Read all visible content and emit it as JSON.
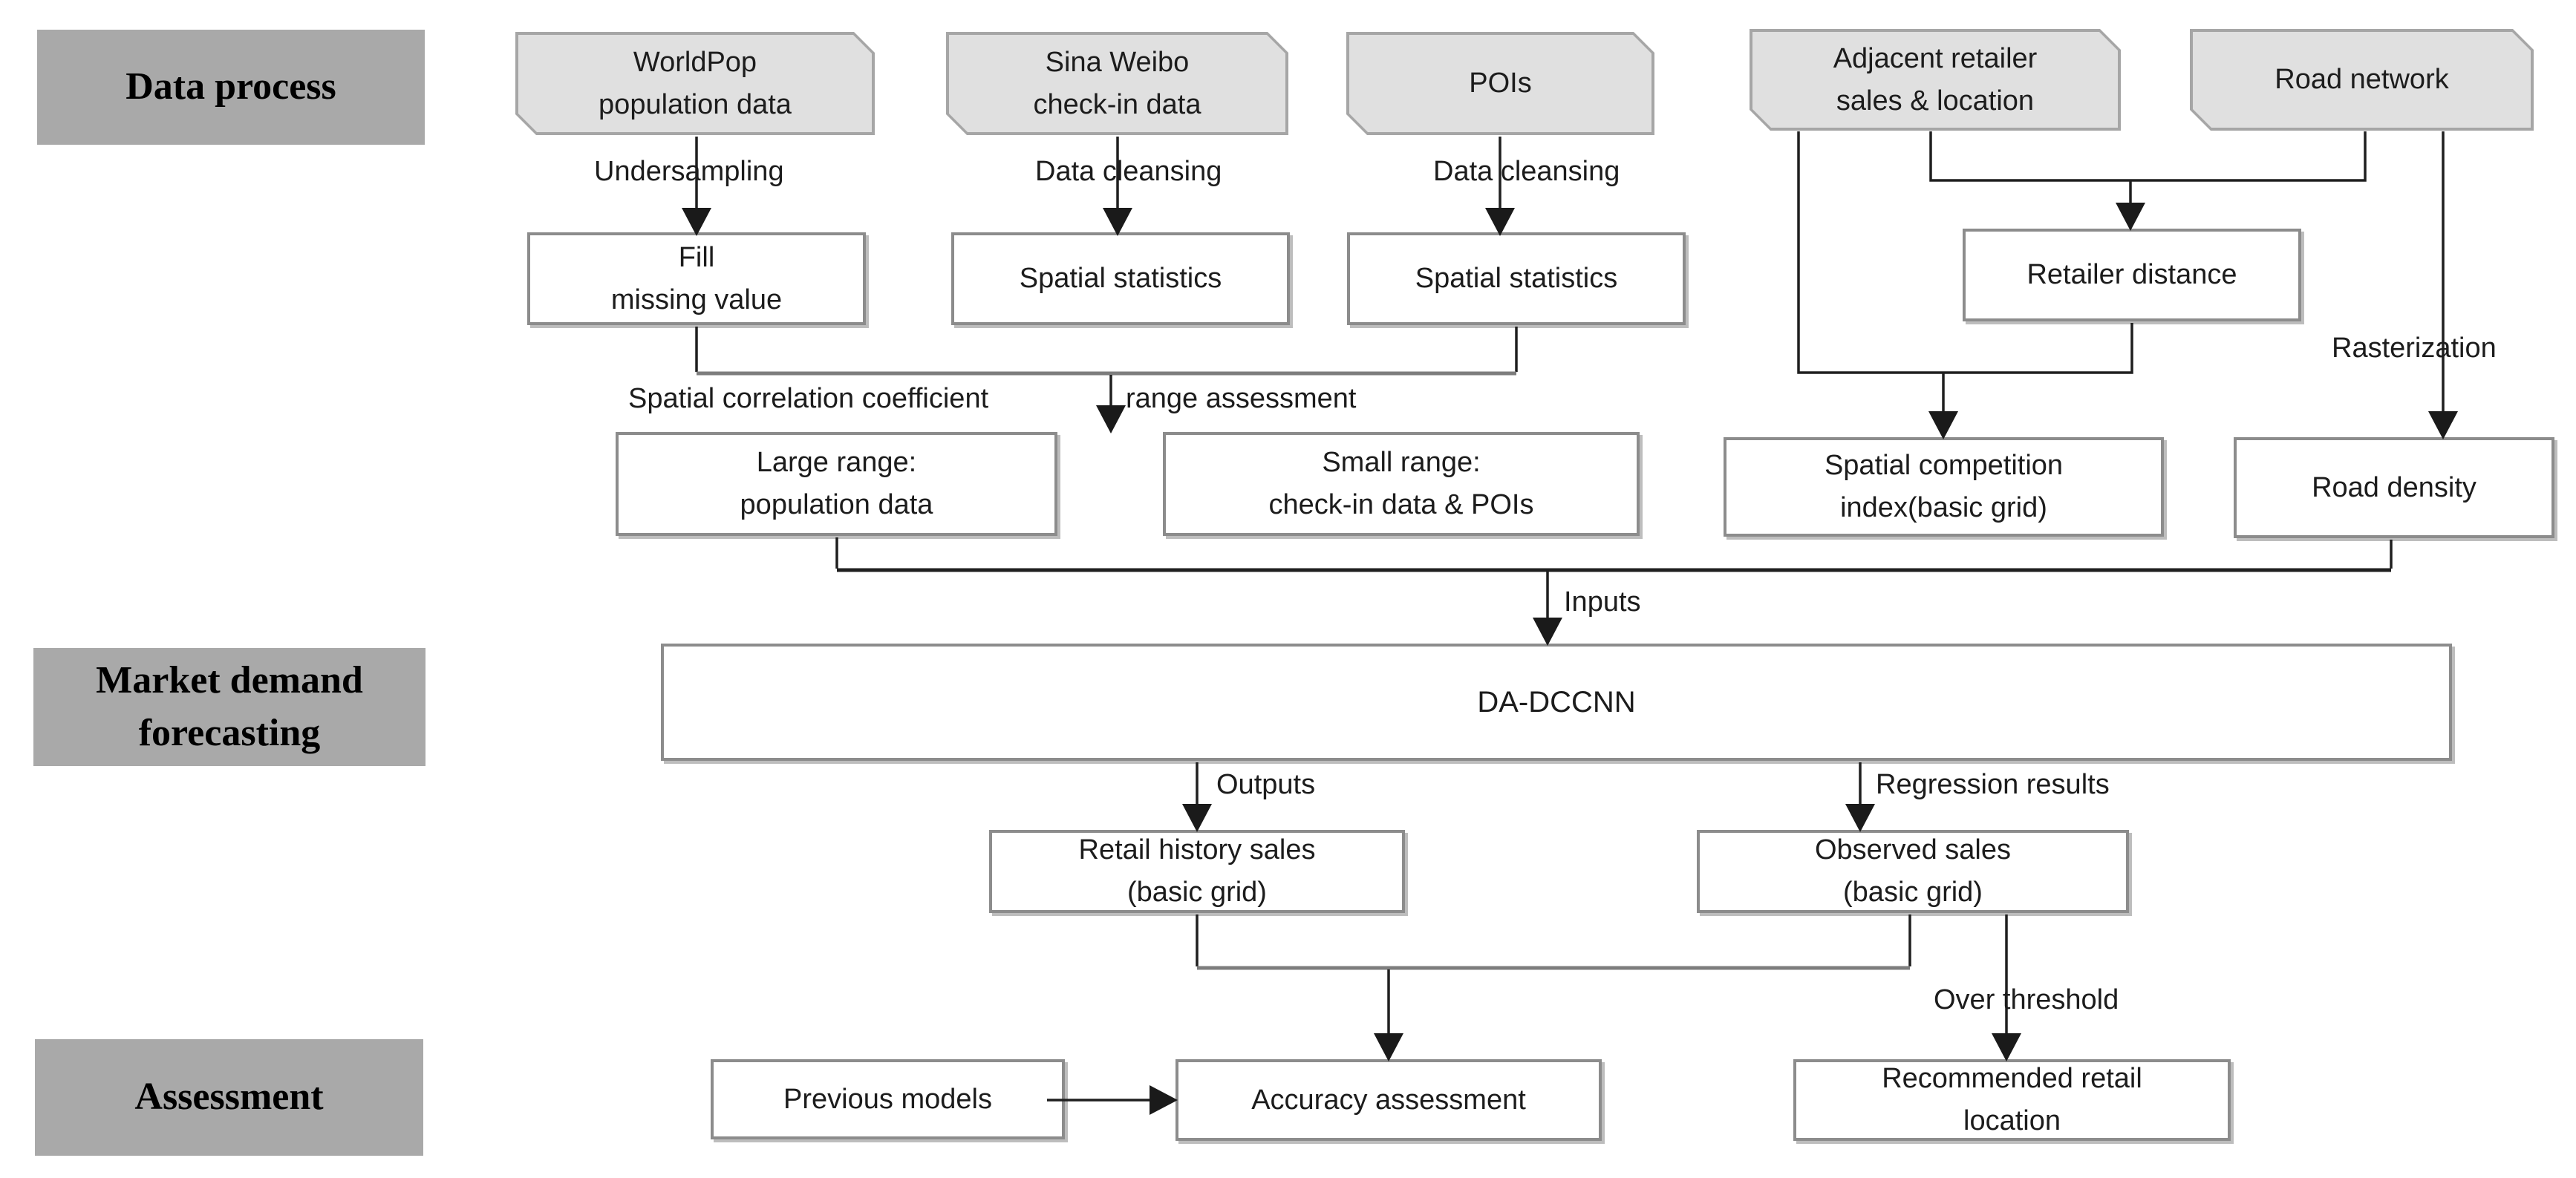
{
  "sections": {
    "data_process": "Data process",
    "market_demand": "Market demand\nforecasting",
    "assessment": "Assessment"
  },
  "nodes": {
    "worldpop": "WorldPop\npopulation data",
    "sina_weibo": "Sina Weibo\ncheck-in data",
    "pois": "POIs",
    "adjacent_retailer": "Adjacent retailer\nsales & location",
    "road_network": "Road network",
    "fill_missing": "Fill\nmissing value",
    "spatial_statistics_1": "Spatial statistics",
    "spatial_statistics_2": "Spatial statistics",
    "retailer_distance": "Retailer distance",
    "large_range": "Large range:\npopulation data",
    "small_range": "Small range:\ncheck-in data & POIs",
    "spatial_competition": "Spatial competition\nindex(basic grid)",
    "road_density": "Road density",
    "da_dccnn": "DA-DCCNN",
    "retail_history": "Retail history sales\n(basic grid)",
    "observed_sales": "Observed sales\n(basic grid)",
    "previous_models": "Previous models",
    "accuracy_assessment": "Accuracy assessment",
    "recommended_location": "Recommended retail\nlocation"
  },
  "edge_labels": {
    "undersampling": "Undersampling",
    "data_cleansing_1": "Data cleansing",
    "data_cleansing_2": "Data cleansing",
    "spatial_correlation": "Spatial correlation coefficient",
    "range_assessment": "range assessment",
    "rasterization": "Rasterization",
    "inputs": "Inputs",
    "outputs": "Outputs",
    "regression_results": "Regression results",
    "over_threshold": "Over threshold"
  },
  "colors": {
    "section_fill": "#a9a9a9",
    "card_fill": "#e0e0e0",
    "card_border": "#a6a6a6",
    "node_fill": "#ffffff",
    "node_border": "#8c8c8c",
    "connector": "#1f1f1f",
    "joint_connector": "#7d7d7d"
  }
}
